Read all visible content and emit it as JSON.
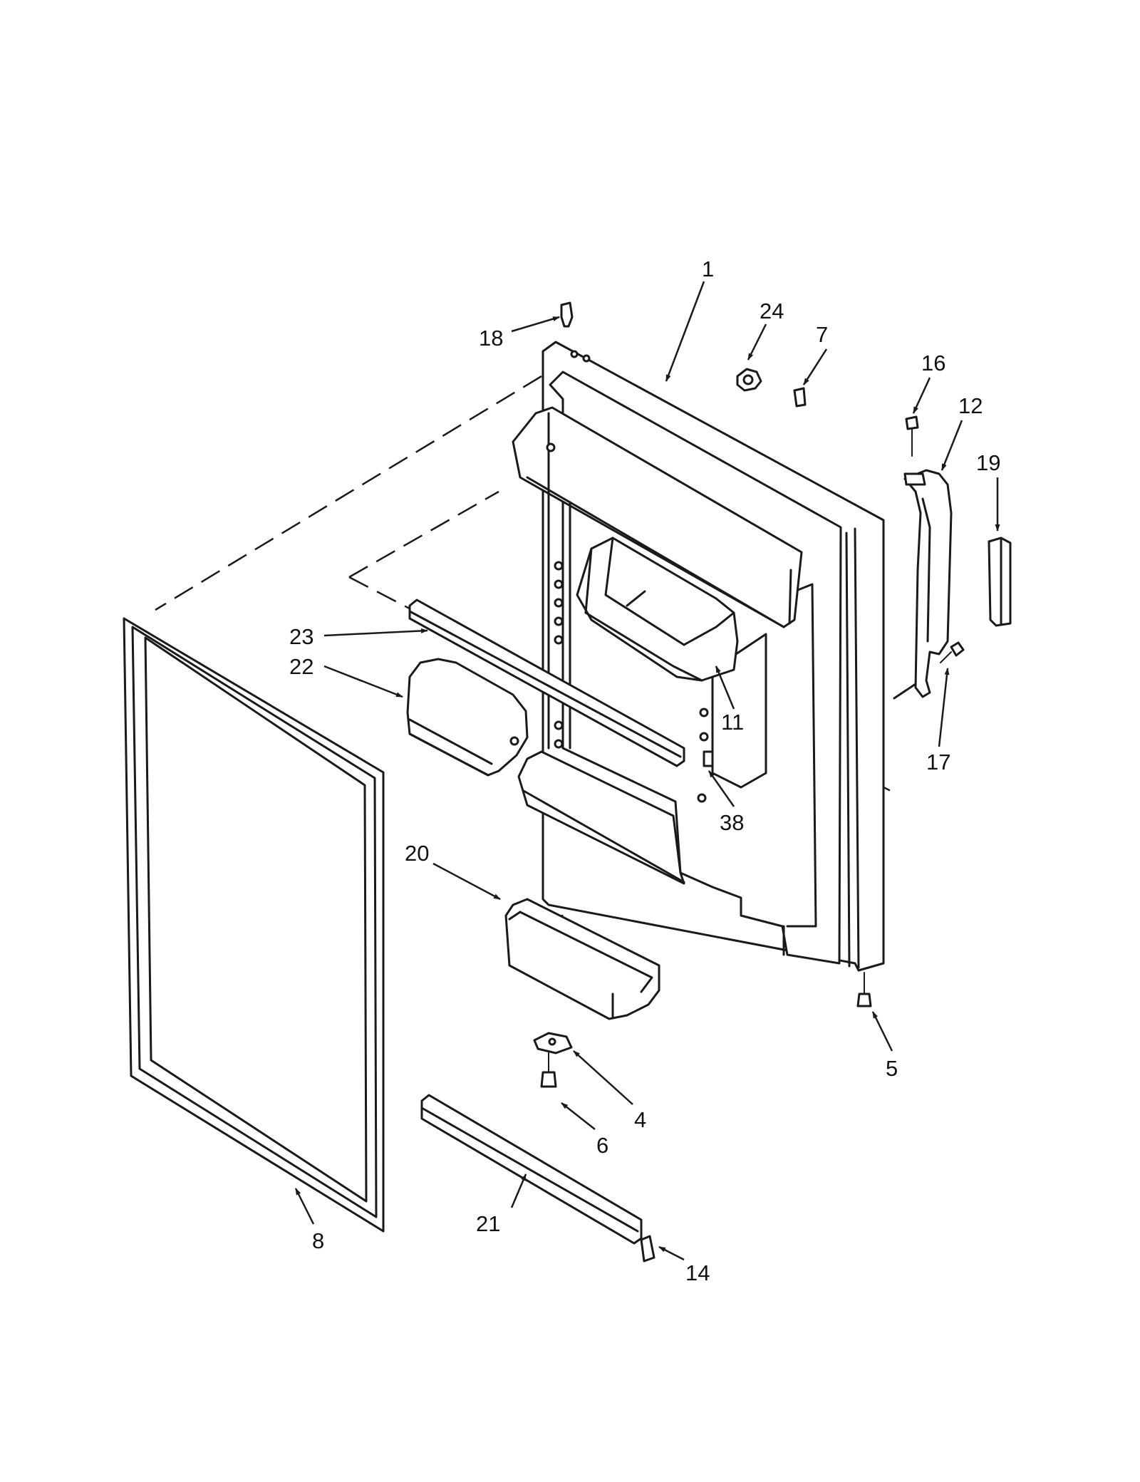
{
  "callouts": [
    {
      "id": "c1",
      "text": "1"
    },
    {
      "id": "c24",
      "text": "24"
    },
    {
      "id": "c7",
      "text": "7"
    },
    {
      "id": "c18",
      "text": "18"
    },
    {
      "id": "c16",
      "text": "16"
    },
    {
      "id": "c12",
      "text": "12"
    },
    {
      "id": "c19",
      "text": "19"
    },
    {
      "id": "c23",
      "text": "23"
    },
    {
      "id": "c22",
      "text": "22"
    },
    {
      "id": "c11",
      "text": "11"
    },
    {
      "id": "c17",
      "text": "17"
    },
    {
      "id": "c38",
      "text": "38"
    },
    {
      "id": "c20",
      "text": "20"
    },
    {
      "id": "c5",
      "text": "5"
    },
    {
      "id": "c4",
      "text": "4"
    },
    {
      "id": "c6",
      "text": "6"
    },
    {
      "id": "c21",
      "text": "21"
    },
    {
      "id": "c14",
      "text": "14"
    },
    {
      "id": "c8",
      "text": "8"
    }
  ]
}
